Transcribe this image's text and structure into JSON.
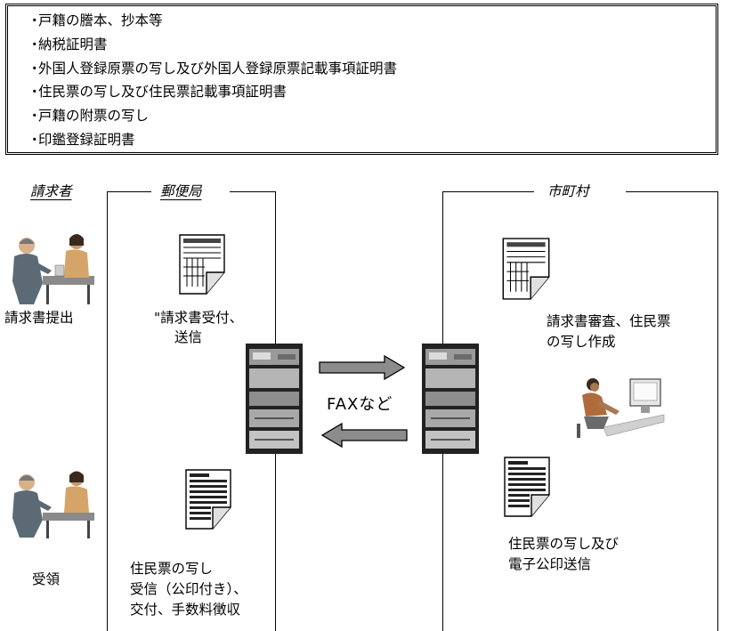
{
  "documents": [
    "戸籍の謄本、抄本等",
    "納税証明書",
    "外国人登録原票の写し及び外国人登録原票記載事項証明書",
    "住民票の写し及び住民票記載事項証明書",
    "戸籍の附票の写し",
    "印鑑登録証明書"
  ],
  "bullet": "・",
  "columns": {
    "requester": "請求者",
    "post_office": "郵便局",
    "municipality": "市町村"
  },
  "requester": {
    "submit_label": "請求書提出",
    "receive_label": "受領"
  },
  "post_office": {
    "receive_send": [
      "\"請求書受付、",
      "送信"
    ],
    "deliver": [
      "住民票の写し",
      "受信（公印付き）、",
      "交付、手数料徴収"
    ]
  },
  "transfer_label": "FAXなど",
  "municipality": {
    "review": [
      "請求書審査、住民票",
      "の写し作成"
    ],
    "send": [
      "住民票の写し及び",
      "電子公印送信"
    ]
  }
}
